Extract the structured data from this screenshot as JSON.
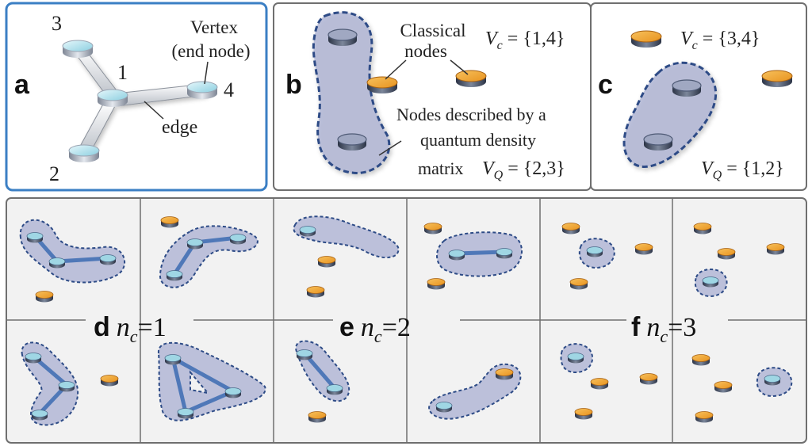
{
  "colors": {
    "panel_a_border": "#3b7fc4",
    "panel_border": "#6f6f6f",
    "panel_bg": "#f2f2f2",
    "quantum_fill": "#aeb3d3",
    "quantum_edge": "#2d4b86",
    "quantum_node": "#a7dde8",
    "classical_node": "#f0a73a",
    "node_side": "#4d5a70"
  },
  "panel_a": {
    "label": "a",
    "vertex_title_line1": "Vertex",
    "vertex_title_line2": "(end node)",
    "edge_label": "edge",
    "node_numbers": [
      "3",
      "1",
      "4",
      "2"
    ]
  },
  "panel_b": {
    "label": "b",
    "classical_line1": "Classical",
    "classical_line2": "nodes",
    "vc": {
      "symbol": "V",
      "sub": "c",
      "value": " = {1,4}"
    },
    "desc_line1": "Nodes described by a",
    "desc_line2": "quantum density",
    "desc_line3": "matrix",
    "vq": {
      "symbol": "V",
      "sub": "Q",
      "value": " = {2,3}"
    }
  },
  "panel_c": {
    "label": "c",
    "vc": {
      "symbol": "V",
      "sub": "c",
      "value": " = {3,4}"
    },
    "vq": {
      "symbol": "V",
      "sub": "Q",
      "value": " = {1,2}"
    }
  },
  "bottom": {
    "d": {
      "label": "d",
      "n": "n",
      "sub": "c",
      "value": "=1"
    },
    "e": {
      "label": "e",
      "n": "n",
      "sub": "c",
      "value": "=2"
    },
    "f": {
      "label": "f",
      "n": "n",
      "sub": "c",
      "value": "=3"
    }
  }
}
